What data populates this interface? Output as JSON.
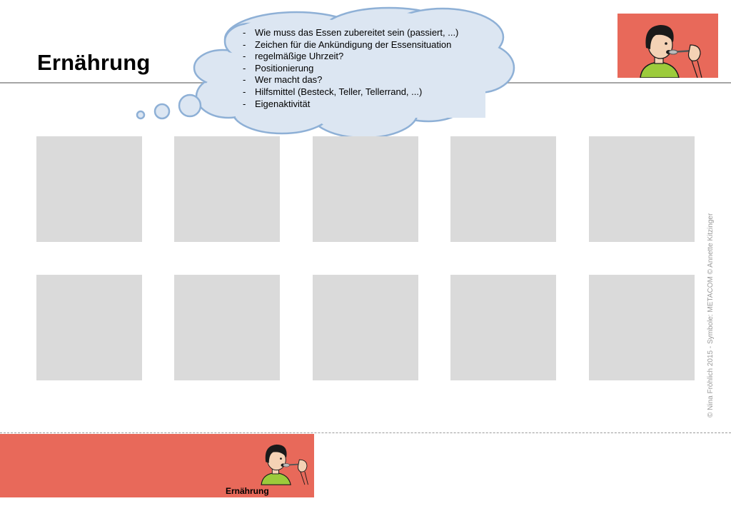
{
  "page": {
    "title": "Ernährung"
  },
  "thought_bubble": {
    "items": [
      "Wie muss das Essen zubereitet sein (passiert, ...)",
      "Zeichen für die Ankündigung der Essensituation",
      "regelmäßige Uhrzeit?",
      "Positionierung",
      "Wer macht das?",
      "Hilfsmittel (Besteck, Teller, Tellerrand, ...)",
      "Eigenaktivität"
    ]
  },
  "cards": {
    "rows": 2,
    "columns": 5
  },
  "copyright": "© Nina Fröhlich 2015 - Symbole: METACOM © Annette Kitzinger",
  "footer": {
    "label": "Ernährung"
  },
  "icons": {
    "header_symbol": "person-eating-with-spoon-icon",
    "footer_symbol": "person-eating-with-spoon-icon"
  },
  "colors": {
    "accent": "#e8695a",
    "bubble_fill": "#dce6f2",
    "bubble_stroke": "#8eb0d6",
    "card_fill": "#dadada"
  }
}
